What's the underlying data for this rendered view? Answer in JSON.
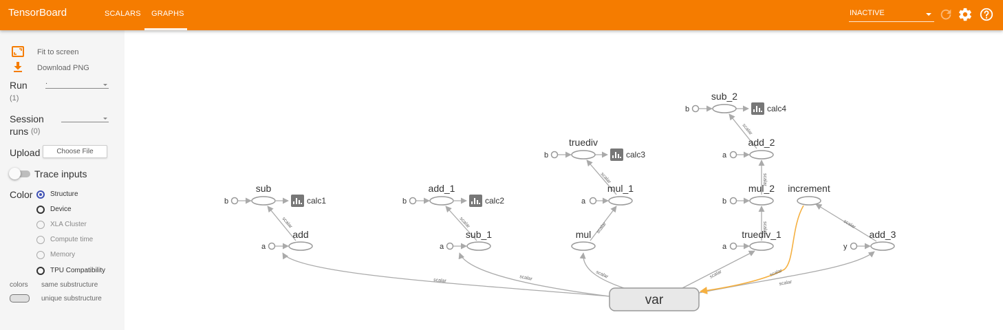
{
  "header": {
    "brand": "TensorBoard",
    "tabs": [
      {
        "label": "SCALARS",
        "active": false
      },
      {
        "label": "GRAPHS",
        "active": true
      }
    ],
    "status_select": "INACTIVE",
    "icons": [
      "refresh-icon",
      "gear-icon",
      "help-icon"
    ],
    "accent_color": "#f57c00"
  },
  "sidebar": {
    "fit_to_screen": "Fit to screen",
    "download_png": "Download PNG",
    "run": {
      "label": "Run",
      "count": "(1)",
      "value": "."
    },
    "session_runs": {
      "label_line1": "Session",
      "label_line2": "runs",
      "count": "(0)"
    },
    "upload": {
      "label": "Upload",
      "button": "Choose File"
    },
    "trace_inputs": "Trace inputs",
    "color": {
      "label": "Color",
      "options": [
        {
          "label": "Structure",
          "selected": true
        },
        {
          "label": "Device",
          "selected": false
        },
        {
          "label": "XLA Cluster",
          "selected": false
        },
        {
          "label": "Compute time",
          "selected": false
        },
        {
          "label": "Memory",
          "selected": false
        },
        {
          "label": "TPU Compatibility",
          "selected": false
        }
      ]
    },
    "legend": {
      "colors": "colors",
      "same": "same substructure",
      "unique": "unique substructure"
    }
  },
  "graph": {
    "edge_label": "scalar",
    "var_node": "var",
    "nodes": {
      "sub": "sub",
      "add": "add",
      "calc1": "calc1",
      "add_1": "add_1",
      "sub_1": "sub_1",
      "calc2": "calc2",
      "truediv": "truediv",
      "mul_1": "mul_1",
      "mul": "mul",
      "calc3": "calc3",
      "sub_2": "sub_2",
      "add_2": "add_2",
      "mul_2": "mul_2",
      "truediv_1": "truediv_1",
      "calc4": "calc4",
      "increment": "increment",
      "add_3": "add_3"
    },
    "inputs": {
      "a": "a",
      "b": "b",
      "y": "y"
    },
    "highlight_edge_color": "#f5b041"
  }
}
